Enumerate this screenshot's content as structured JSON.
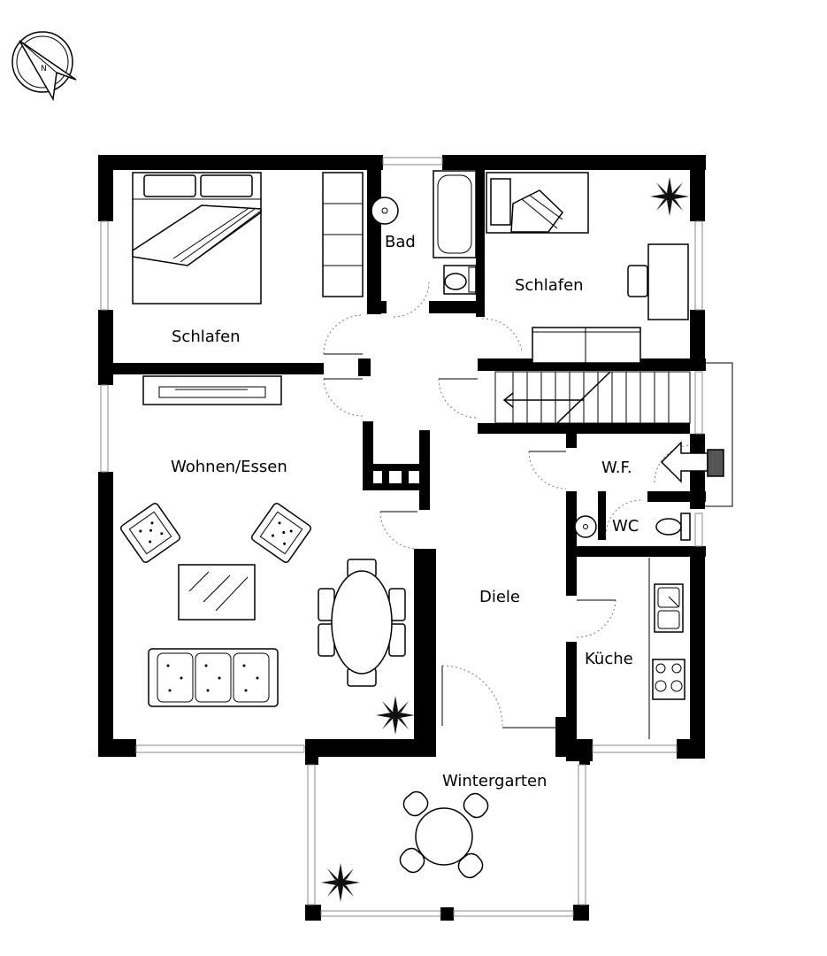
{
  "rooms": {
    "schlafen_left": "Schlafen",
    "bad": "Bad",
    "schlafen_right": "Schlafen",
    "wohnen_essen": "Wohnen/Essen",
    "wf": "W.F.",
    "wc": "WC",
    "diele": "Diele",
    "kueche": "Küche",
    "wintergarten": "Wintergarten"
  },
  "compass": {
    "north_letter": "N"
  },
  "colors": {
    "wall": "#000000",
    "window": "#8a8a8a",
    "door_swing": "#777777"
  }
}
